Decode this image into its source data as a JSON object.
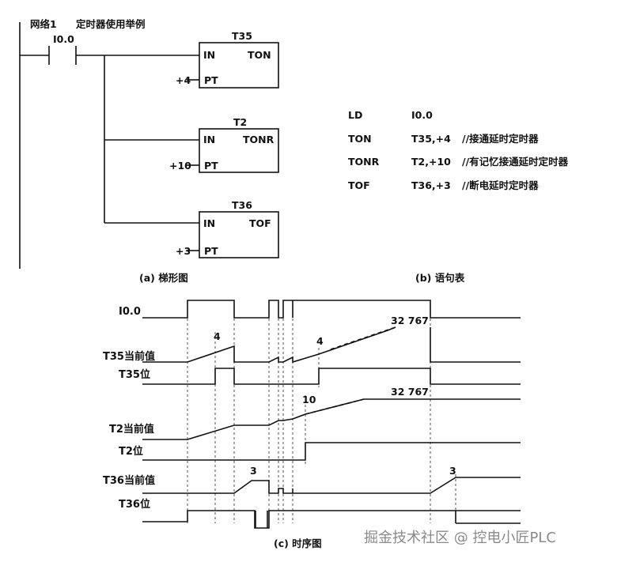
{
  "ladder": {
    "network_label": "网络1",
    "network_comment": "定时器使用举例",
    "contact": "I0.0",
    "boxes": [
      {
        "name": "T35",
        "type": "TON",
        "in": "IN",
        "pt_label": "PT",
        "preset": "+4"
      },
      {
        "name": "T2",
        "type": "TONR",
        "in": "IN",
        "pt_label": "PT",
        "preset": "+10"
      },
      {
        "name": "T36",
        "type": "TOF",
        "in": "IN",
        "pt_label": "PT",
        "preset": "+3"
      }
    ],
    "caption": "(a)  梯形图"
  },
  "statements": {
    "rows": [
      {
        "op": "LD",
        "arg": "I0.0",
        "comment": ""
      },
      {
        "op": "TON",
        "arg": "T35,+4",
        "comment": "//接通延时定时器"
      },
      {
        "op": "TONR",
        "arg": "T2,+10",
        "comment": "//有记忆接通延时定时器"
      },
      {
        "op": "TOF",
        "arg": "T36,+3",
        "comment": "//断电延时定时器"
      }
    ],
    "caption": "(b)  语句表"
  },
  "timing": {
    "signals": [
      {
        "label": "I0.0"
      },
      {
        "label": "T35当前值"
      },
      {
        "label": "T35位"
      },
      {
        "label": "T2当前值"
      },
      {
        "label": "T2位"
      },
      {
        "label": "T36当前值"
      },
      {
        "label": "T36位"
      }
    ],
    "annotations": {
      "t35_preset_1": "4",
      "t35_preset_2": "4",
      "t35_max": "32 767",
      "t2_preset": "10",
      "t2_max": "32 767",
      "t36_preset_1": "3",
      "t36_preset_2": "3"
    },
    "caption": "(c)  时序图"
  },
  "watermark": "掘金技术社区 @ 控电小匠PLC"
}
